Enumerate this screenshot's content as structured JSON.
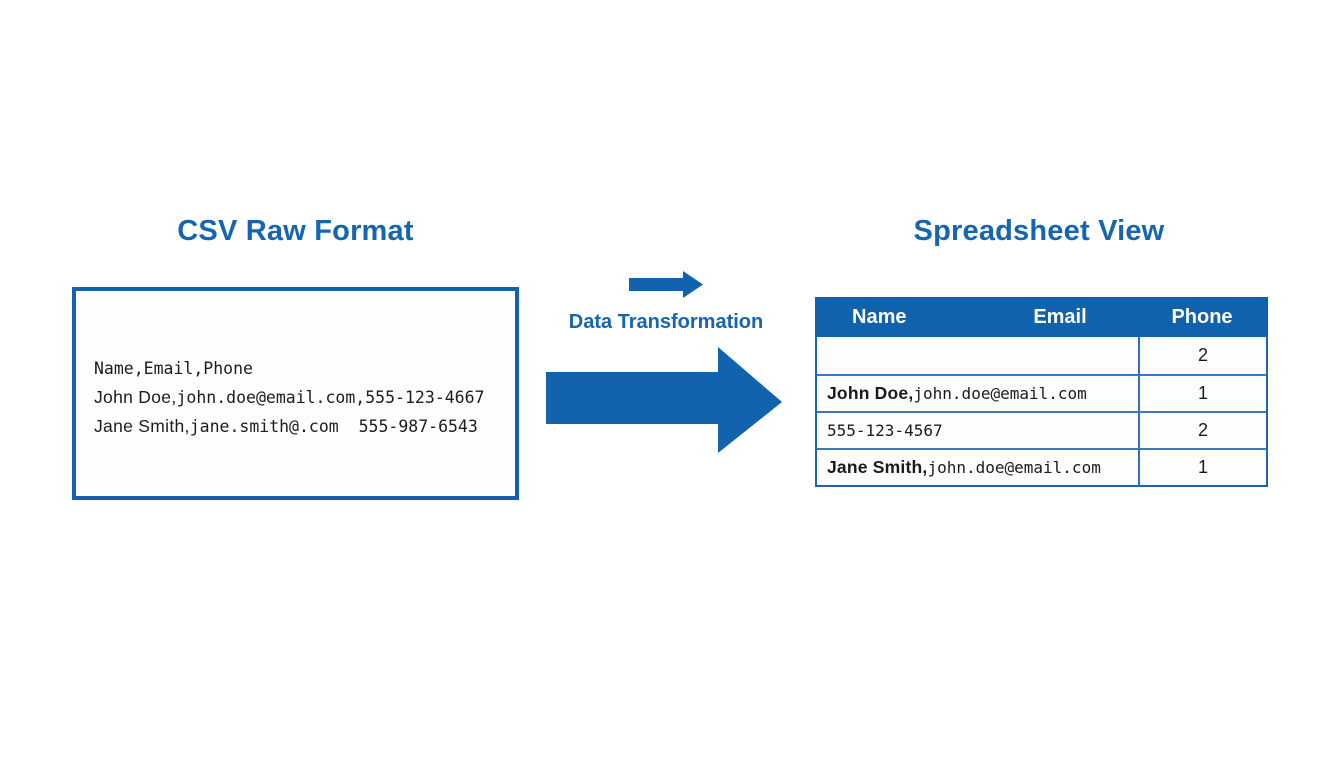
{
  "left_panel": {
    "title": "CSV Raw Format",
    "csv_lines": [
      {
        "sans": "",
        "mono": "Name,Email,Phone"
      },
      {
        "sans": "John Doe,",
        "mono": "john.doe@email.com,555-123-4667"
      },
      {
        "sans": "Jane Smith,",
        "mono": "jane.smith@.com  555-987-6543"
      }
    ]
  },
  "center": {
    "label": "Data Transformation"
  },
  "right_panel": {
    "title": "Spreadsheet View",
    "table": {
      "columns": [
        "Name",
        "Email",
        "Phone"
      ],
      "rows": [
        {
          "name": "",
          "mono": "",
          "phone": "2"
        },
        {
          "name": "John Doe,",
          "mono": "john.doe@email.com",
          "phone": "1"
        },
        {
          "name": "",
          "mono": "555-123-4567",
          "phone": "2"
        },
        {
          "name": "Jane Smith,",
          "mono": "john.doe@email.com",
          "phone": "1"
        }
      ]
    }
  },
  "colors": {
    "accent_blue": "#1565B0",
    "table_header_bg": "#0F62AB",
    "arrow_blue": "#1262AE",
    "border_blue": "#1D64AD",
    "row_divider_blue": "#3A79BF",
    "text_dark": "#1B1B1B"
  }
}
